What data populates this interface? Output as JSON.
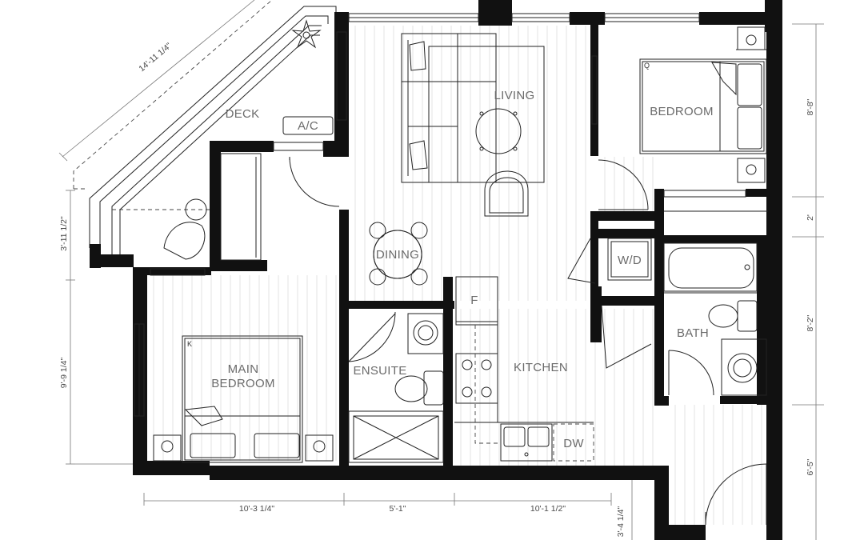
{
  "rooms": {
    "deck": "DECK",
    "ac": "A/C",
    "living": "LIVING",
    "bedroom": "BEDROOM",
    "dining": "DINING",
    "wd": "W/D",
    "fridge": "F",
    "bath": "BATH",
    "main_bedroom_line1": "MAIN",
    "main_bedroom_line2": "BEDROOM",
    "ensuite": "ENSUITE",
    "kitchen": "KITCHEN",
    "dw": "DW"
  },
  "bed_tags": {
    "bedroom": "Q",
    "main_bedroom": "K"
  },
  "dimensions": {
    "deck_diagonal": "14'-11 1/4\"",
    "left_upper": "3'-11 1/2\"",
    "left_lower": "9'-9 1/4\"",
    "bottom_1": "10'-3 1/4\"",
    "bottom_2": "5'-1\"",
    "bottom_3": "10'-1 1/2\"",
    "bottom_4": "3'-4 1/4\"",
    "right_1": "8'-8\"",
    "right_2": "2'",
    "right_3": "8'-2\"",
    "right_4": "6'-5\""
  }
}
